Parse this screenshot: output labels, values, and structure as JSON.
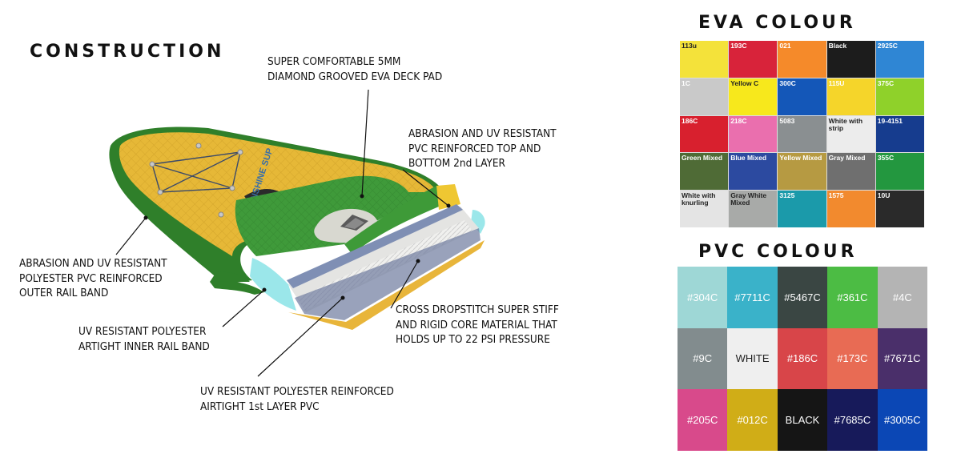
{
  "construction": {
    "title": "CONSTRUCTION",
    "callouts": {
      "deck_pad": [
        "SUPER COMFORTABLE 5MM",
        "DIAMOND GROOVED EVA DECK PAD"
      ],
      "top_layer": [
        "ABRASION AND UV RESISTANT",
        "PVC REINFORCED TOP AND",
        "BOTTOM 2nd LAYER"
      ],
      "outer_rail": [
        "ABRASION AND UV RESISTANT",
        "POLYESTER PVC REINFORCED",
        "OUTER RAIL BAND"
      ],
      "inner_rail": [
        "UV RESISTANT POLYESTER",
        "ARTIGHT INNER RAIL BAND"
      ],
      "core": [
        "CROSS DROPSTITCH SUPER STIFF",
        "AND RIGID CORE MATERIAL THAT",
        "HOLDS UP TO 22 PSI PRESSURE"
      ],
      "first_layer": [
        "UV RESISTANT POLYESTER REINFORCED",
        "AIRTIGHT 1st LAYER PVC"
      ]
    },
    "board_logo": "SUNSHINE SUP"
  },
  "eva": {
    "title": "EVA COLOUR",
    "swatches": [
      {
        "label": "113u",
        "color": "#f4e23a",
        "text": "#222"
      },
      {
        "label": "193C",
        "color": "#d8233a",
        "text": "#fff"
      },
      {
        "label": "021",
        "color": "#f58a2a",
        "text": "#fff"
      },
      {
        "label": "Black",
        "color": "#1c1c1c",
        "text": "#fff"
      },
      {
        "label": "2925C",
        "color": "#2f86d4",
        "text": "#fff"
      },
      {
        "label": "1C",
        "color": "#c9c9c9",
        "text": "#fff"
      },
      {
        "label": "Yellow C",
        "color": "#f7e81c",
        "text": "#222"
      },
      {
        "label": "300C",
        "color": "#1457b8",
        "text": "#fff"
      },
      {
        "label": "115U",
        "color": "#f5d52a",
        "text": "#fff"
      },
      {
        "label": "375C",
        "color": "#8fd12a",
        "text": "#fff"
      },
      {
        "label": "186C",
        "color": "#d8202e",
        "text": "#fff"
      },
      {
        "label": "218C",
        "color": "#ea6fae",
        "text": "#fff"
      },
      {
        "label": "5083",
        "color": "#8a8f91",
        "text": "#fff"
      },
      {
        "label": "White with strip",
        "color": "#ececec",
        "text": "#222"
      },
      {
        "label": "19-4151",
        "color": "#163c8e",
        "text": "#fff"
      },
      {
        "label": "Green Mixed",
        "color": "#4f6b36",
        "text": "#fff"
      },
      {
        "label": "Blue Mixed",
        "color": "#2c4aa0",
        "text": "#fff"
      },
      {
        "label": "Yellow Mixed",
        "color": "#b69a42",
        "text": "#fff"
      },
      {
        "label": "Gray Mixed",
        "color": "#6f6f6f",
        "text": "#fff"
      },
      {
        "label": "355C",
        "color": "#23973f",
        "text": "#fff"
      },
      {
        "label": "White with\nknurling",
        "color": "#e4e4e4",
        "text": "#222"
      },
      {
        "label": "Gray White\nMixed",
        "color": "#a8aaa8",
        "text": "#222"
      },
      {
        "label": "3125",
        "color": "#1b9aaa",
        "text": "#fff"
      },
      {
        "label": "1575",
        "color": "#f28a2e",
        "text": "#fff"
      },
      {
        "label": "10U",
        "color": "#2a2a2a",
        "text": "#fff"
      }
    ]
  },
  "pvc": {
    "title": "PVC COLOUR",
    "swatches": [
      {
        "label": "#304C",
        "color": "#9ed7d6",
        "text": "#fff"
      },
      {
        "label": "#7711C",
        "color": "#3ab2c9",
        "text": "#fff"
      },
      {
        "label": "#5467C",
        "color": "#3a4643",
        "text": "#fff"
      },
      {
        "label": "#361C",
        "color": "#4cbc44",
        "text": "#fff"
      },
      {
        "label": "#4C",
        "color": "#b4b4b4",
        "text": "#fff"
      },
      {
        "label": "#9C",
        "color": "#828c8e",
        "text": "#fff"
      },
      {
        "label": "WHITE",
        "color": "#efefef",
        "text": "#222"
      },
      {
        "label": "#186C",
        "color": "#d84549",
        "text": "#fff"
      },
      {
        "label": "#173C",
        "color": "#e86b54",
        "text": "#fff"
      },
      {
        "label": "#7671C",
        "color": "#4a2f6a",
        "text": "#fff"
      },
      {
        "label": "#205C",
        "color": "#d84a8b",
        "text": "#fff"
      },
      {
        "label": "#012C",
        "color": "#d0ad17",
        "text": "#fff"
      },
      {
        "label": "BLACK",
        "color": "#151515",
        "text": "#fff"
      },
      {
        "label": "#7685C",
        "color": "#171a5a",
        "text": "#fff"
      },
      {
        "label": "#3005C",
        "color": "#0b47b5",
        "text": "#fff"
      }
    ]
  }
}
